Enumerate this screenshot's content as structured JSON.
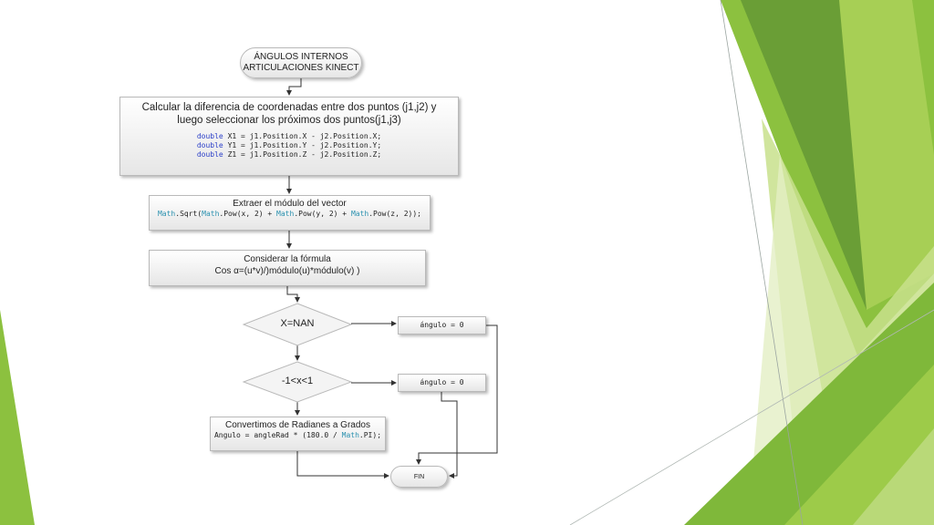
{
  "flowchart": {
    "start": {
      "line1": "ÁNGULOS INTERNOS",
      "line2": "ARTICULACIONES KINECT"
    },
    "step1": {
      "text": "Calcular la diferencia de coordenadas entre dos puntos (j1,j2) y luego seleccionar los próximos dos puntos(j1,j3)",
      "kw": "double",
      "code": [
        " X1 = j1.Position.X - j2.Position.X;",
        " Y1 = j1.Position.Y - j2.Position.Y;",
        " Z1 = j1.Position.Z - j2.Position.Z;"
      ]
    },
    "step2": {
      "text": "Extraer el módulo del vector",
      "cls": "Math",
      "code_parts": [
        ".Sqrt(",
        ".Pow(x, 2) + ",
        ".Pow(y, 2) + ",
        ".Pow(z, 2));"
      ]
    },
    "step3": {
      "line1": "Considerar la fórmula",
      "line2": "Cos α=(u*v)/)módulo(u)*módulo(v) )"
    },
    "decision1": {
      "text": "X=NAN"
    },
    "decision2": {
      "text": "-1<x<1"
    },
    "output1": {
      "text": "ángulo = 0"
    },
    "output2": {
      "text": "ángulo = 0"
    },
    "step4": {
      "text": "Convertimos de Radianes a Grados",
      "code_a": "Angulo = angleRad * (180.0 / ",
      "cls": "Math",
      "code_b": ".PI);"
    },
    "end": {
      "text": "FIN"
    }
  },
  "colors": {
    "green_dark": "#5f9c2f",
    "green_mid": "#86bd3a",
    "green_light": "#b4d66a",
    "green_pale": "#d6e9a8",
    "code_keyword": "#2b3fc8",
    "code_class": "#2b91af"
  }
}
